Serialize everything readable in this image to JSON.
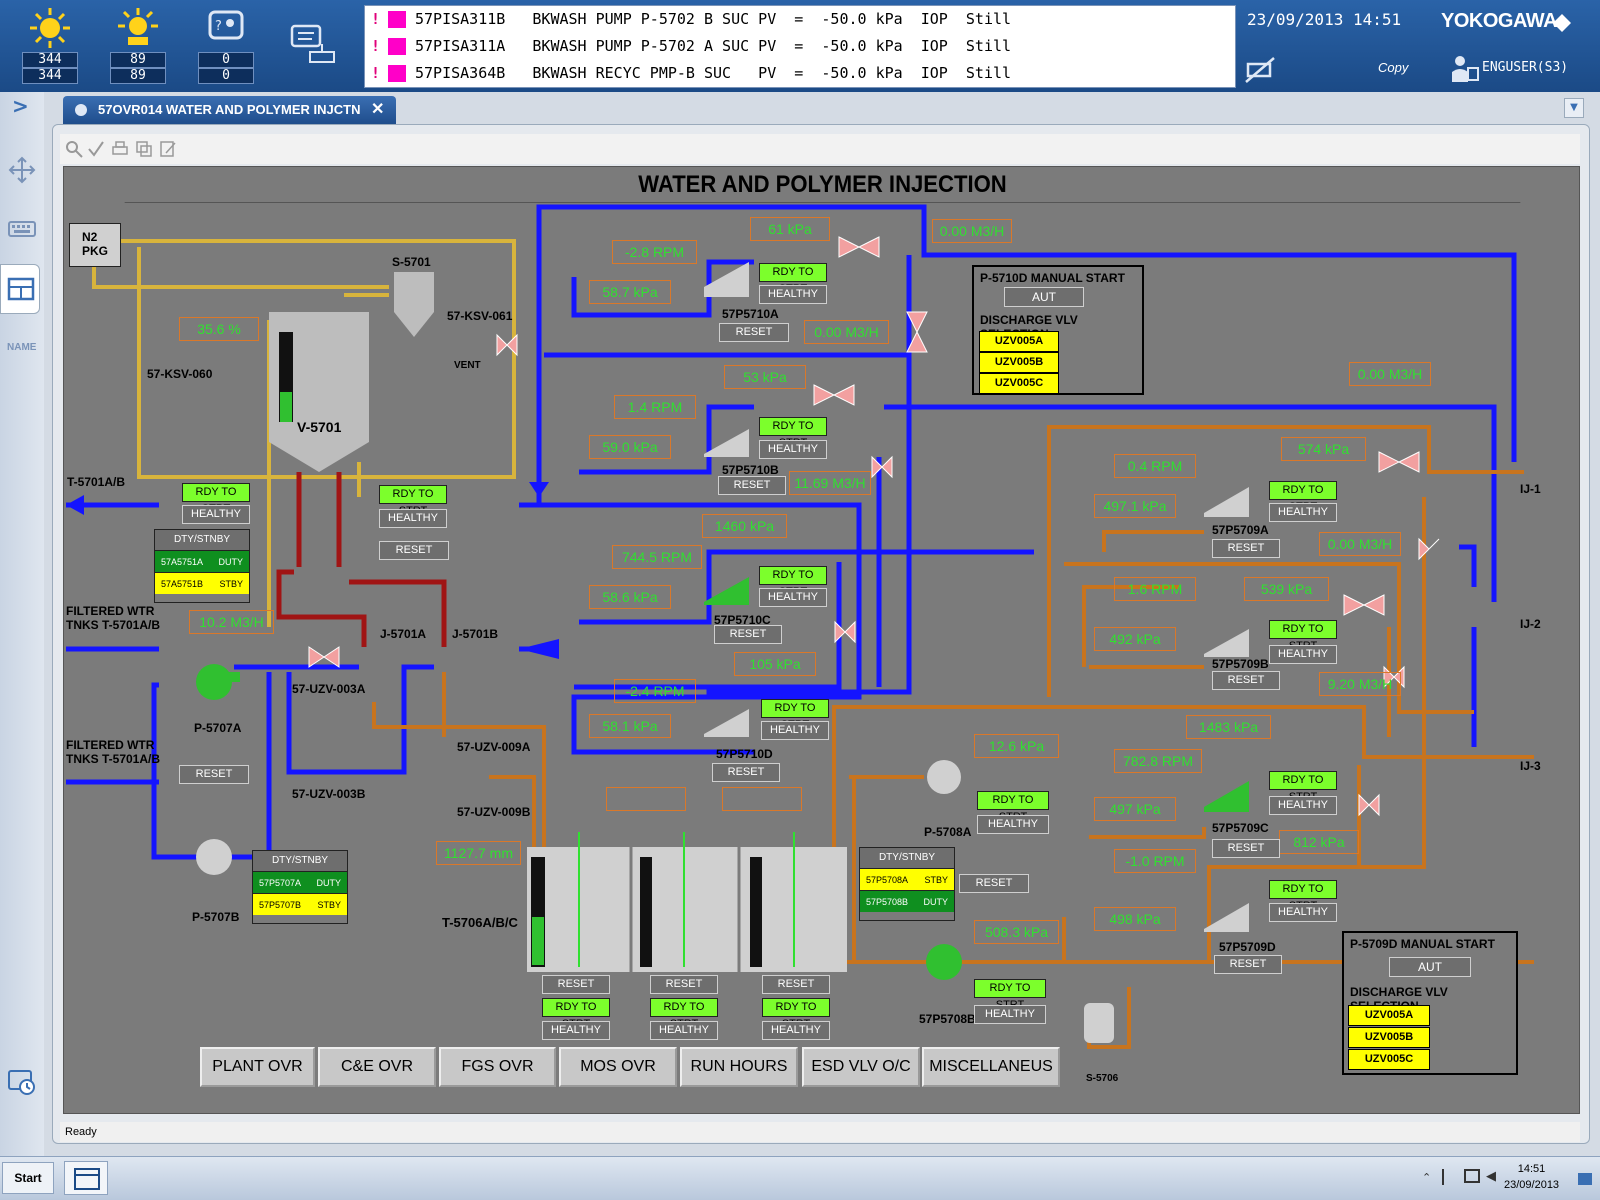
{
  "topbar": {
    "counters": [
      {
        "top": "344",
        "bottom": "344"
      },
      {
        "top": "89",
        "bottom": "89"
      },
      {
        "top": "0",
        "bottom": "0"
      }
    ],
    "alarms": [
      "57PISA311B   BKWASH PUMP P-5702 B SUC PV  =  -50.0 kPa  IOP  Still",
      "57PISA311A   BKWASH PUMP P-5702 A SUC PV  =  -50.0 kPa  IOP  Still",
      "57PISA364B   BKWASH RECYC PMP-B SUC   PV  =  -50.0 kPa  IOP  Still"
    ],
    "alarm_mark": "!",
    "datetime": "23/09/2013 14:51",
    "brand": "YOKOGAWA",
    "copy_label": "Copy",
    "user": "ENGUSER(S3)"
  },
  "rail": {
    "name_label": "NAME",
    "expand": ">"
  },
  "tab": {
    "title": "57OVR014 WATER AND POLYMER INJCTN",
    "close": "✕"
  },
  "status": "Ready",
  "graphic": {
    "title": "WATER AND POLYMER INJECTION",
    "values": {
      "ksv060_pct": "35.6 %",
      "flow_5701": "10.2 M3/H",
      "t5706_level": "1127.7 mm",
      "a_rpm": "-2.8 RPM",
      "a_suc": "58.7 kPa",
      "a_dis": "61 kPa",
      "a_flow_top": "0.00 M3/H",
      "a_flow": "0.00 M3/H",
      "b_rpm": "1.4 RPM",
      "b_suc": "59.0 kPa",
      "b_dis": "53 kPa",
      "b_flow": "11.69 M3/H",
      "c_rpm": "744.5 RPM",
      "c_suc": "58.6 kPa",
      "c_dis": "1460 kPa",
      "d_rpm": "-2.4 RPM",
      "d_suc": "58.1 kPa",
      "d_dis": "105 kPa",
      "p8a_dis": "12.6 kPa",
      "p8b_dis": "508.3 kPa",
      "9a_flow_top": "0.00 M3/H",
      "9a_rpm": "0.4 RPM",
      "9a_suc": "497.1 kPa",
      "9a_dis": "574 kPa",
      "9a_flow": "0.00 M3/H",
      "9b_rpm": "1.6 RPM",
      "9b_suc": "492 kPa",
      "9b_dis": "539 kPa",
      "9b_flow": "9.20 M3/H",
      "9c_rpm": "782.8 RPM",
      "9c_suc": "497 kPa",
      "9c_dis": "1483 kPa",
      "9c_dis2": "812 kPa",
      "9d_rpm": "-1.0 RPM",
      "9d_suc": "498 kPa"
    },
    "labels": {
      "n2": "N2\nPKG",
      "s5701": "S-5701",
      "ksv061": "57-KSV-061",
      "ksv060": "57-KSV-060",
      "v5701": "V-5701",
      "vent": "VENT",
      "t5701": "T-5701A/B",
      "fw1": "FILTERED WTR\nTNKS T-5701A/B",
      "fw2": "FILTERED WTR\nTNKS T-5701A/B",
      "j5701a": "J-5701A",
      "j5701b": "J-5701B",
      "uzv003a": "57-UZV-003A",
      "uzv003b": "57-UZV-003B",
      "uzv009a": "57-UZV-009A",
      "uzv009b": "57-UZV-009B",
      "p5707a": "P-5707A",
      "p5707b": "P-5707B",
      "t5706": "T-5706A/B/C",
      "p10a": "57P5710A",
      "p10b": "57P5710B",
      "p10c": "57P5710C",
      "p10d": "57P5710D",
      "p8a": "P-5708A",
      "p8b": "57P5708B",
      "s5706": "S-5706",
      "p9a": "57P5709A",
      "p9b": "57P5709B",
      "p9c": "57P5709C",
      "p9d": "57P5709D",
      "ij1": "IJ-1",
      "ij2": "IJ-2",
      "ij3": "IJ-3"
    },
    "common": {
      "rdy": "RDY TO STRT",
      "healthy": "HEALTHY",
      "reset": "RESET",
      "dty": "DTY/STNBY",
      "duty": "DUTY",
      "stby": "STBY",
      "aut": "AUT"
    },
    "dty_5751": {
      "r1": "57A5751A",
      "r2": "57A5751B"
    },
    "dty_5707": {
      "r1": "57P5707A",
      "r2": "57P5707B"
    },
    "dty_5708": {
      "r1": "57P5708A",
      "r2": "57P5708B"
    },
    "panel_10d": {
      "title": "P-5710D MANUAL START",
      "sel": "DISCHARGE VLV SELECTION",
      "v": [
        "UZV005A",
        "UZV005B",
        "UZV005C"
      ]
    },
    "panel_9d": {
      "title": "P-5709D MANUAL START",
      "sel": "DISCHARGE VLV SELECTION",
      "v": [
        "UZV005A",
        "UZV005B",
        "UZV005C"
      ]
    },
    "nav": [
      "PLANT OVR",
      "C&E OVR",
      "FGS OVR",
      "MOS OVR",
      "RUN HOURS",
      "ESD VLV O/C",
      "MISCELLANEUS"
    ]
  },
  "taskbar": {
    "start": "Start",
    "time": "14:51",
    "date": "23/09/2013"
  },
  "colors": {
    "water": "#1414ff",
    "polymer": "#c8741e",
    "n2": "#d8b43c",
    "pv": "#30e030",
    "rdy": "#7cff2c"
  }
}
